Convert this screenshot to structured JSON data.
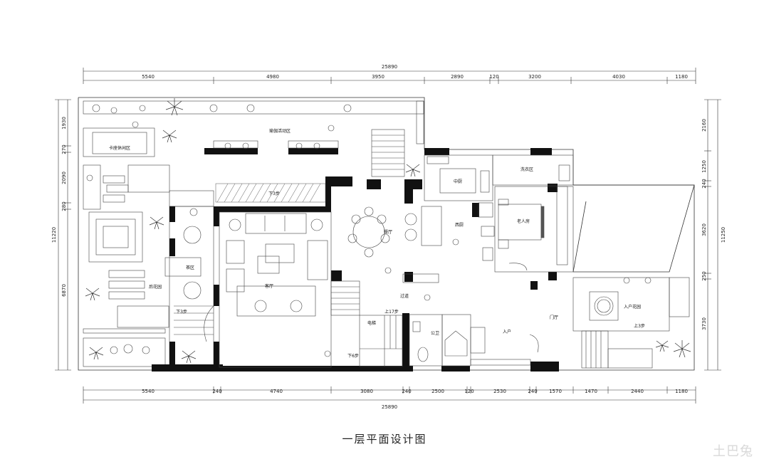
{
  "title": "一层平面设计图",
  "watermark": "土巴兔",
  "dimensions": {
    "total": "25890",
    "top": [
      "5540",
      "4980",
      "3950",
      "2890",
      "120",
      "3200",
      "4030",
      "1180"
    ],
    "bottom": [
      "5540",
      "240",
      "4740",
      "3080",
      "240",
      "2500",
      "120",
      "2530",
      "240",
      "1570",
      "1470",
      "2440",
      "1180"
    ],
    "left_total": "11220",
    "left": [
      "1930",
      "270",
      "2090",
      "280",
      "6870"
    ],
    "right_total": "11250",
    "right": [
      "2160",
      "1250",
      "240",
      "3620",
      "250",
      "3730"
    ]
  },
  "rooms": {
    "card_area": "卡座休闲区",
    "yoga": "瑜伽活动区",
    "kitchen": "中厨",
    "laundry": "洗衣区",
    "western_kitchen": "西厨",
    "elder_room": "老人房",
    "dining": "餐厅",
    "living": "客厅",
    "corridor": "过道",
    "back_garden": "后花园",
    "tea": "茶区",
    "entry": "入户",
    "foyer": "门厅",
    "entry_garden": "入户花园",
    "wc": "公卫",
    "elevator": "电梯"
  },
  "notes": {
    "down_steps_1": "下3步",
    "down_steps_2": "下3步",
    "up_steps_17": "上17步",
    "down_steps_3": "下6步",
    "up_steps_entry": "上3步"
  },
  "icons": [
    "tree-icon",
    "plant-icon",
    "sofa-icon",
    "bed-icon",
    "dining-table-icon",
    "toilet-icon",
    "door-swing-icon"
  ]
}
